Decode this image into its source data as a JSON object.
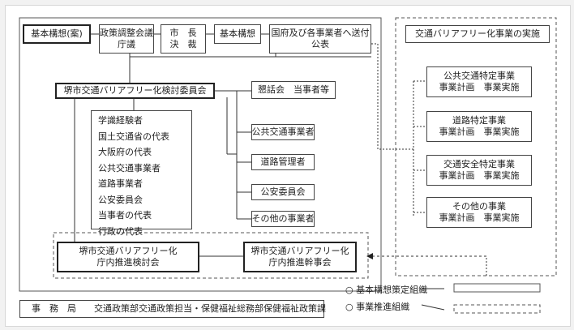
{
  "flow": {
    "kihon_kousou_an": "基本構想(案)",
    "seisaku_line1": "政策調整会議",
    "seisaku_line2": "庁議",
    "shichou_line1": "市　長",
    "shichou_line2": "決　裁",
    "kihon_kousou": "基本構想",
    "soufu_line1": "国府及び各事業者へ送付",
    "soufu_line2": "公表"
  },
  "committee": {
    "title": "堺市交通バリアフリー化検討委員会",
    "members": [
      "学識経験者",
      "国土交通省の代表",
      "大阪府の代表",
      "公共交通事業者",
      "道路事業者",
      "公安委員会",
      "当事者の代表",
      "行政の代表"
    ]
  },
  "stakeholders": [
    "懇話会　当事者等",
    "公共交通事業者",
    "道路管理者",
    "公安委員会",
    "その他の事業者"
  ],
  "implementation": {
    "title": "交通バリアフリー化事業の実施",
    "projects": [
      {
        "line1": "公共交通特定事業",
        "line2": "事業計画　事業実施"
      },
      {
        "line1": "道路特定事業",
        "line2": "事業計画　事業実施"
      },
      {
        "line1": "交通安全特定事業",
        "line2": "事業計画　事業実施"
      },
      {
        "line1": "その他の事業",
        "line2": "事業計画　事業実施"
      }
    ]
  },
  "internal": {
    "kentoukai_line1": "堺市交通バリアフリー化",
    "kentoukai_line2": "庁内推進検討会",
    "kanjikai_line1": "堺市交通バリアフリー化",
    "kanjikai_line2": "庁内推進幹事会"
  },
  "secretariat": {
    "label": "事　務　局",
    "text": "交通政策部交通政策担当・保健福祉総務部保健福祉政策課"
  },
  "legend": {
    "planning": "基本構想策定組織",
    "promotion": "事業推進組織"
  }
}
